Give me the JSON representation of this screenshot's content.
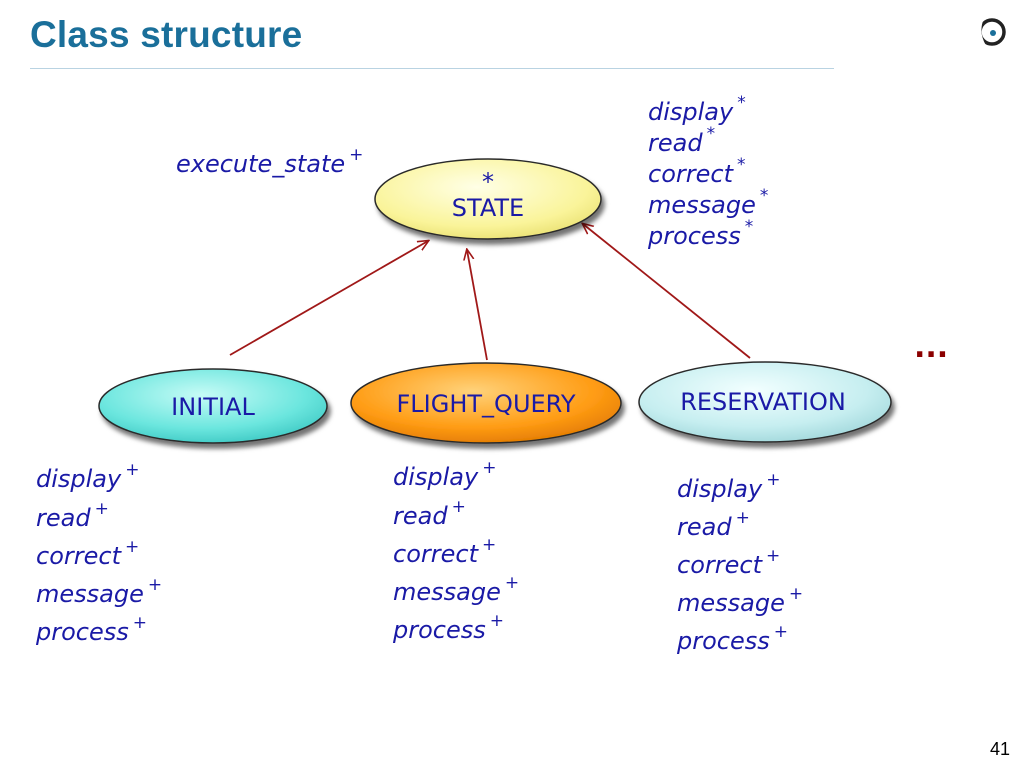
{
  "slide": {
    "title": "Class structure",
    "page_number": "41",
    "ellipsis": "..."
  },
  "nodes": {
    "state": {
      "deferred_mark": "*",
      "name": "STATE"
    },
    "initial": {
      "name": "INITIAL"
    },
    "flight_query": {
      "name": "FLIGHT_QUERY"
    },
    "reservation": {
      "name": "RESERVATION"
    }
  },
  "state_features": {
    "effective": [
      {
        "name": "execute_state",
        "mark": "+"
      }
    ],
    "deferred": [
      {
        "name": "display",
        "mark": "*"
      },
      {
        "name": "read",
        "mark": "*"
      },
      {
        "name": "correct",
        "mark": "*"
      },
      {
        "name": "message",
        "mark": "*"
      },
      {
        "name": "process",
        "mark": "*"
      }
    ]
  },
  "initial_features": [
    {
      "name": "display",
      "mark": "+"
    },
    {
      "name": "read",
      "mark": "+"
    },
    {
      "name": "correct",
      "mark": "+"
    },
    {
      "name": "message",
      "mark": "+"
    },
    {
      "name": "process",
      "mark": "+"
    }
  ],
  "flight_query_features": [
    {
      "name": "display",
      "mark": "+"
    },
    {
      "name": "read",
      "mark": "+"
    },
    {
      "name": "correct",
      "mark": "+"
    },
    {
      "name": "message",
      "mark": "+"
    },
    {
      "name": "process",
      "mark": "+"
    }
  ],
  "reservation_features": [
    {
      "name": "display",
      "mark": "+"
    },
    {
      "name": "read",
      "mark": "+"
    },
    {
      "name": "correct",
      "mark": "+"
    },
    {
      "name": "message",
      "mark": "+"
    },
    {
      "name": "process",
      "mark": "+"
    }
  ],
  "colors": {
    "title": "#1a6f9a",
    "text": "#1a1aa6",
    "arrow": "#a01818",
    "state_fill": "#fbf8a6",
    "initial_fill": "#6fe6e0",
    "flight_query_fill": "#ff9a12",
    "reservation_fill": "#cbeff0"
  }
}
